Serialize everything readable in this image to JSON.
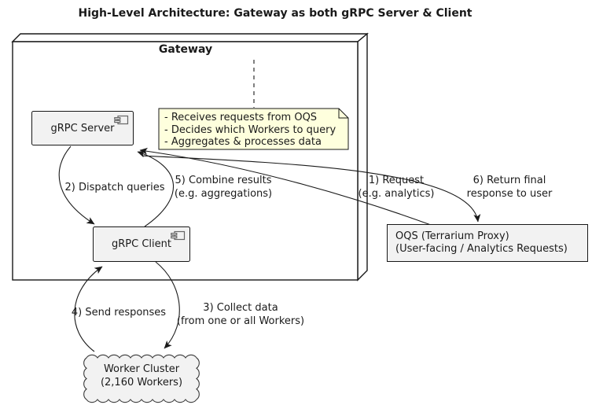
{
  "title": "High-Level Architecture: Gateway as both gRPC Server & Client",
  "gateway": {
    "label": "Gateway",
    "server_label": "gRPC Server",
    "client_label": "gRPC Client"
  },
  "note": {
    "lines": [
      "- Receives requests from OQS",
      "- Decides which Workers to query",
      "- Aggregates & processes data"
    ]
  },
  "oqs": {
    "line1": "OQS (Terrarium Proxy)",
    "line2": "(User-facing / Analytics Requests)"
  },
  "cloud": {
    "line1": "Worker Cluster",
    "line2": "(2,160 Workers)"
  },
  "edges": {
    "e1": {
      "line1": "1) Request",
      "line2": "(e.g. analytics)"
    },
    "e2": {
      "line1": "2) Dispatch queries"
    },
    "e3": {
      "line1": "3) Collect data",
      "line2": "(from one or all Workers)"
    },
    "e4": {
      "line1": "4) Send responses"
    },
    "e5": {
      "line1": "5) Combine results",
      "line2": "(e.g. aggregations)"
    },
    "e6": {
      "line1": "6) Return final",
      "line2": "response to user"
    }
  },
  "colors": {
    "note_background": "#FEFFDD",
    "node_background": "#F2F2F2",
    "border": "#181818",
    "arrow": "#1a1a1a"
  }
}
